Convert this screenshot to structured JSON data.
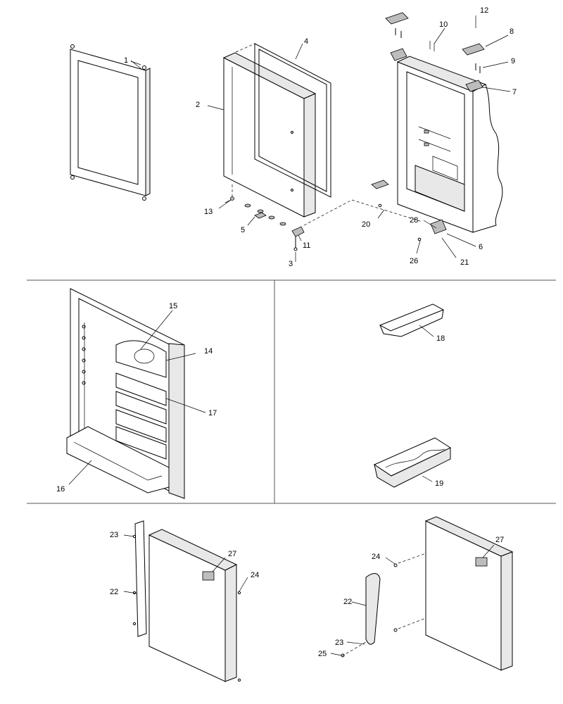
{
  "callouts": {
    "c1": "1",
    "c2": "2",
    "c3": "3",
    "c4": "4",
    "c5": "5",
    "c6": "6",
    "c7": "7",
    "c8": "8",
    "c9": "9",
    "c10": "10",
    "c11": "11",
    "c12": "12",
    "c13": "13",
    "c14": "14",
    "c15": "15",
    "c16": "16",
    "c17": "17",
    "c18": "18",
    "c19": "19",
    "c20": "20",
    "c21": "21",
    "c22": "22",
    "c23": "23",
    "c24": "24",
    "c25": "25",
    "c26": "26",
    "c27": "27",
    "c28": "28",
    "bl22": "22",
    "bl23": "23",
    "bl24": "24",
    "bl27": "27",
    "br22": "22",
    "br23": "23",
    "br24": "24",
    "br25": "25",
    "br27": "27"
  }
}
